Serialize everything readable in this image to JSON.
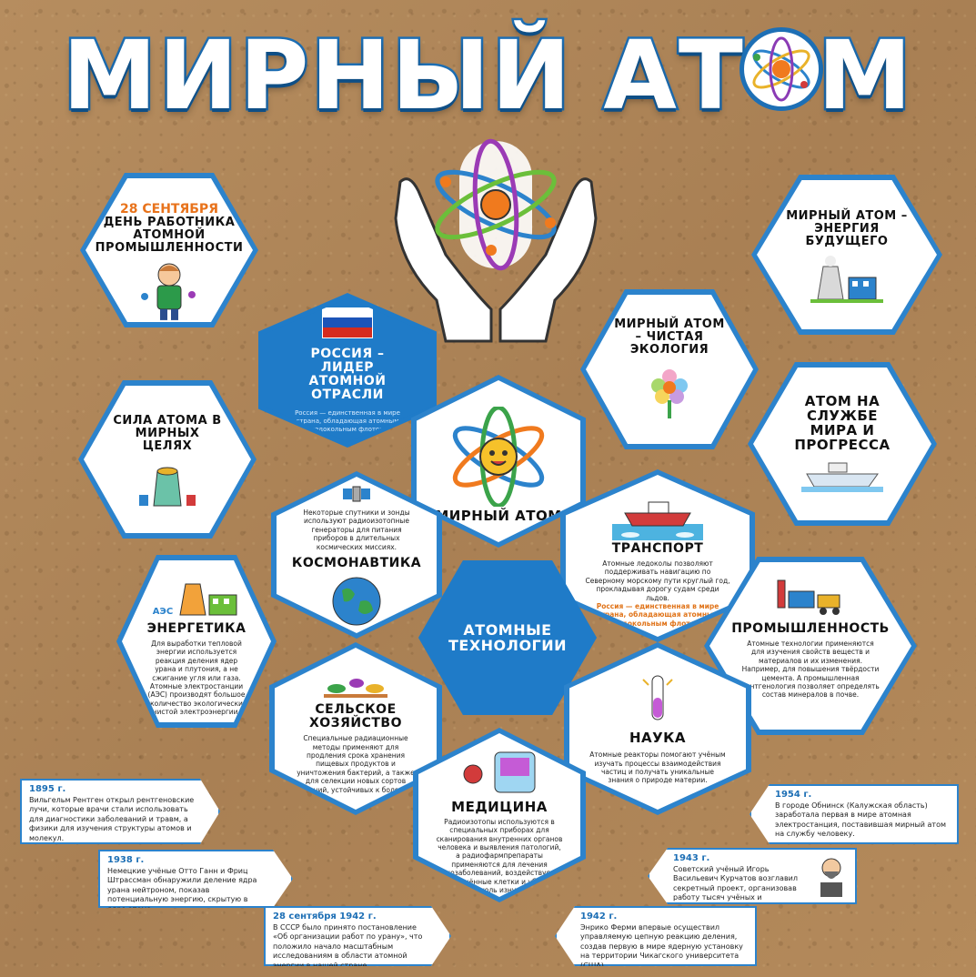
{
  "title": {
    "part1": "МИРНЫЙ",
    "part2": "АТ",
    "part3": "М"
  },
  "hex": {
    "day": {
      "date": "28 СЕНТЯБРЯ",
      "title": "ДЕНЬ РАБОТНИКА АТОМНОЙ ПРОМЫШЛЕННОСТИ"
    },
    "future": {
      "title": "МИРНЫЙ АТОМ – ЭНЕРГИЯ БУДУЩЕГО"
    },
    "russia": {
      "title": "РОССИЯ – ЛИДЕР АТОМНОЙ ОТРАСЛИ",
      "text": "Россия — единственная в мире страна, обладающая атомным ледокольным флотом"
    },
    "ecology": {
      "title": "МИРНЫЙ АТОМ – ЧИСТАЯ ЭКОЛОГИЯ"
    },
    "service": {
      "title": "АТОМ НА СЛУЖБЕ МИРА И ПРОГРЕССА"
    },
    "power": {
      "title": "СИЛА АТОМА В МИРНЫХ ЦЕЛЯХ"
    },
    "peaceful": {
      "title": "МИРНЫЙ АТОМ"
    },
    "cosmos": {
      "title": "КОСМОНАВТИКА",
      "text": "Некоторые спутники и зонды используют радиоизотопные генераторы для питания приборов в длительных космических миссиях."
    },
    "transport": {
      "title": "ТРАНСПОРТ",
      "text": "Атомные ледоколы позволяют поддерживать навигацию по Северному морскому пути круглый год, прокладывая дорогу судам среди льдов.",
      "highlight": "Россия — единственная в мире страна, обладающая атомным ледокольным флотом."
    },
    "energy": {
      "label": "АЭС",
      "title": "ЭНЕРГЕТИКА",
      "text": "Для выработки тепловой энергии используется реакция деления ядер урана и плутония, а не сжигание угля или газа. Атомные электростанции (АЭС) производят большое количество экологически чистой электроэнергии."
    },
    "tech": {
      "title": "АТОМНЫЕ ТЕХНОЛОГИИ"
    },
    "industry": {
      "title": "ПРОМЫШЛЕННОСТЬ",
      "text": "Атомные технологии применяются для изучения свойств веществ и материалов и их изменения. Например, для повышения твёрдости цемента. А промышленная рентгенология позволяет определять состав минералов в почве."
    },
    "agri": {
      "title": "СЕЛЬСКОЕ ХОЗЯЙСТВО",
      "text": "Специальные радиационные методы применяют для продления срока хранения пищевых продуктов и уничтожения бактерий, а также для селекции новых сортов растений, устойчивых к болезням."
    },
    "science": {
      "title": "НАУКА",
      "text": "Атомные реакторы помогают учёным изучать процессы взаимодействия частиц и получать уникальные знания о природе материи."
    },
    "medicine": {
      "title": "МЕДИЦИНА",
      "text": "Радиоизотопы используются в специальных приборах для сканирования внутренних органов человека и выявления патологий, а радиофармпрепараты применяются для лечения онкозаболеваний, воздействуя на поражённые клетки и убивая опухоль изнутри."
    }
  },
  "timeline": [
    {
      "year": "1895 г.",
      "text": "Вильгельм Рентген открыл рентгеновские лучи, которые врачи стали использовать для диагностики заболеваний и травм, а физики для изучения структуры атомов и молекул."
    },
    {
      "year": "1938 г.",
      "text": "Немецкие учёные Отто Ганн и Фриц Штрассман обнаружили деление ядра урана нейтроном, показав потенциальную энергию, скрытую в ядре атома."
    },
    {
      "year": "28 сентября 1942 г.",
      "text": "В СССР было принято постановление «Об организации работ по урану», что положило начало масштабным исследованиям в области атомной энергии в нашей стране."
    },
    {
      "year": "1954 г.",
      "text": "В городе Обнинск (Калужская область) заработала первая в мире атомная электростанция, поставившая мирный атом на службу человеку."
    },
    {
      "year": "1943 г.",
      "text": "Советский учёный Игорь Васильевич Курчатов возглавил секретный проект, организовав работу тысяч учёных и инженеров."
    },
    {
      "year": "1942 г.",
      "text": "Энрико Ферми впервые осуществил управляемую цепную реакцию деления, создав первую в мире ядерную установку на территории Чикагского университета (США)."
    }
  ]
}
